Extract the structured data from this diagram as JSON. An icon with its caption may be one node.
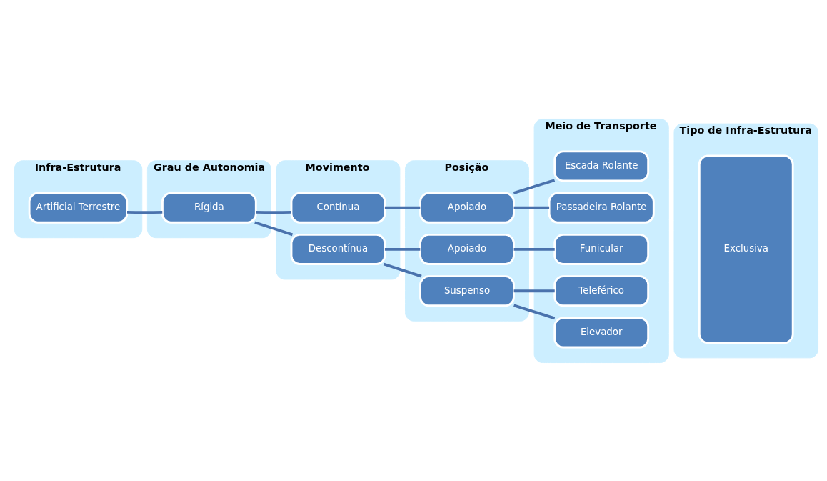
{
  "diagram": {
    "nodes": [
      {
        "text": [
          "Infra-Estrutura"
        ]
      },
      {
        "text": [
          "Artificial Terrestre"
        ],
        "in": 0
      },
      {
        "text": [
          "Grau de Autonomia"
        ]
      },
      {
        "text": [
          "Rígida"
        ],
        "in": 2
      },
      {
        "text": [
          "Movimento"
        ]
      },
      {
        "text": [
          "Contínua"
        ],
        "in": 4
      },
      {
        "text": [
          "Descontínua"
        ],
        "in": 4
      },
      {
        "text": [
          "Posição"
        ]
      },
      {
        "text": [
          "Apoiado"
        ],
        "in": 7
      },
      {
        "text": [
          "Apoiado"
        ],
        "in": 7
      },
      {
        "text": [
          "Suspenso"
        ],
        "in": 7
      },
      {
        "text": [
          "Meio de Transporte"
        ]
      },
      {
        "text": [
          "Passadeira Rolante"
        ],
        "in": 11
      },
      {
        "text": [
          "Escada Rolante"
        ],
        "in": 11
      },
      {
        "text": [
          "Funicular"
        ],
        "in": 11
      },
      {
        "text": [
          "Elevador"
        ],
        "in": 11
      },
      {
        "text": [
          "Teleférico"
        ],
        "in": 11
      },
      {
        "text": [
          "Tipo de Infra-Estrutura"
        ]
      },
      {
        "text": [
          "Exclusiva"
        ],
        "in": 17
      }
    ],
    "edges": [
      {
        "from": 1,
        "to": 3,
        "arrow": "none"
      },
      {
        "from": 3,
        "to": 5,
        "arrow": "none"
      },
      {
        "from": 3,
        "to": 6,
        "arrow": "none"
      },
      {
        "from": 5,
        "to": 8,
        "arrow": "none"
      },
      {
        "from": 6,
        "to": 9,
        "arrow": "none"
      },
      {
        "from": 6,
        "to": 10,
        "arrow": "none"
      },
      {
        "from": 8,
        "to": 12,
        "arrow": "none"
      },
      {
        "from": 8,
        "to": 13,
        "arrow": "none"
      },
      {
        "from": 9,
        "to": 14,
        "arrow": "none"
      },
      {
        "from": 10,
        "to": 15,
        "arrow": "none"
      },
      {
        "from": 10,
        "to": 16,
        "arrow": "none"
      }
    ]
  }
}
